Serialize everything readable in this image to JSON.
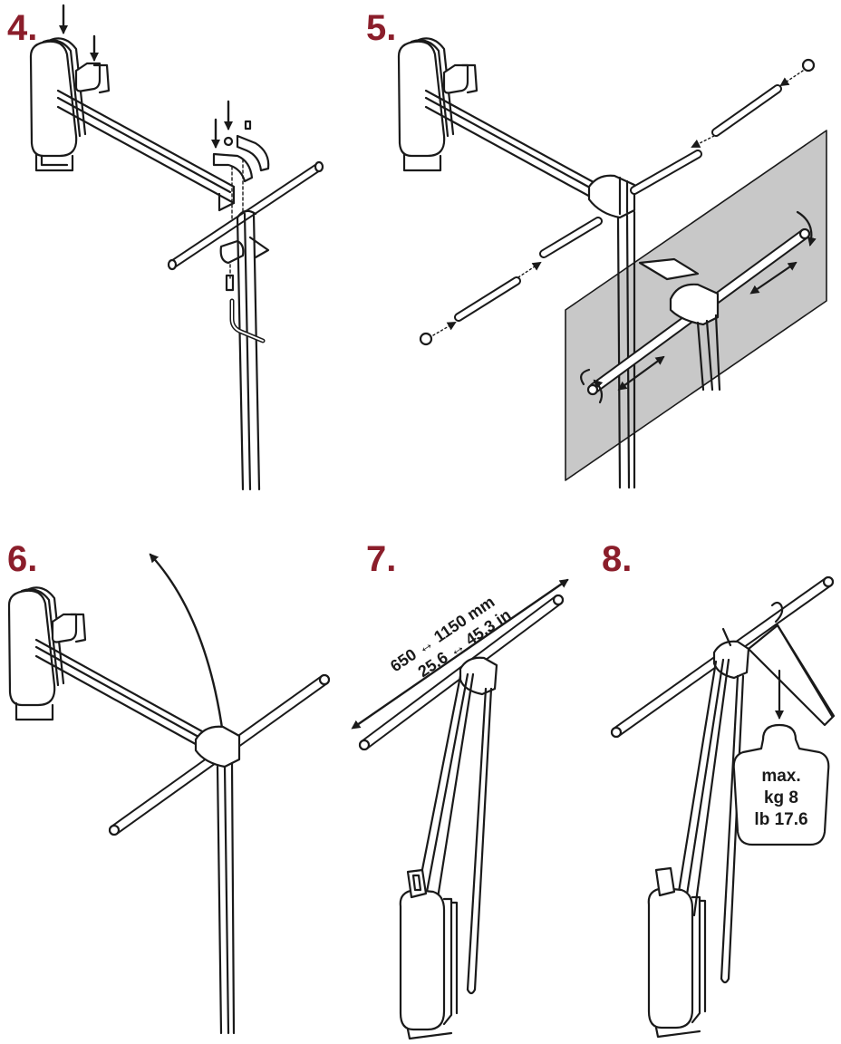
{
  "colors": {
    "step_number": "#8b1e2b",
    "line": "#1a1a1a",
    "panel": "#c8c8c8",
    "background": "#ffffff"
  },
  "steps": [
    {
      "id": "4",
      "label": "4."
    },
    {
      "id": "5",
      "label": "5."
    },
    {
      "id": "6",
      "label": "6."
    },
    {
      "id": "7",
      "label": "7."
    },
    {
      "id": "8",
      "label": "8."
    }
  ],
  "dimensions": {
    "metric": "650 ↔ 1150 mm",
    "imperial": "25.6 ↔ 45.3 in"
  },
  "max_load": {
    "line1": "max.",
    "line2": "kg 8",
    "line3": "lb 17.6"
  }
}
